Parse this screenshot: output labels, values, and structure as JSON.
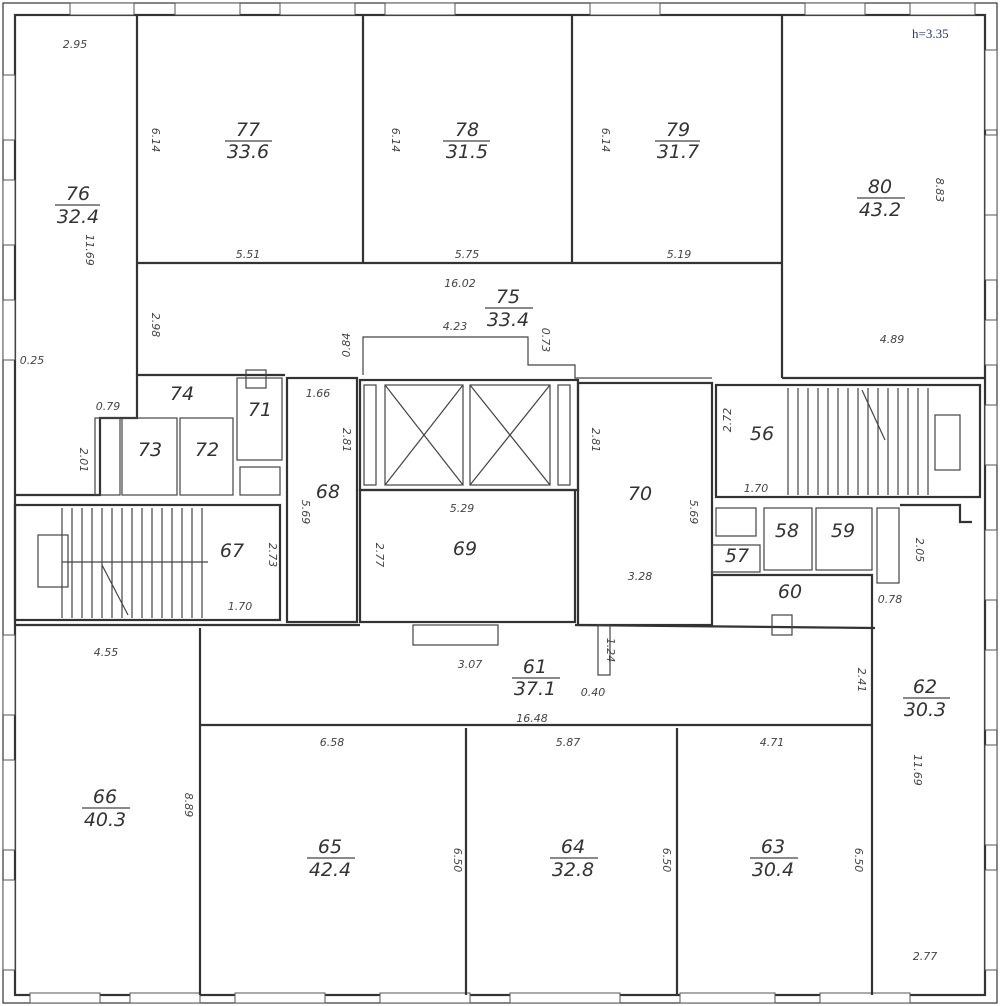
{
  "plan": {
    "height_label": "h=3.35",
    "rooms": [
      {
        "number": "76",
        "area": "32.4"
      },
      {
        "number": "77",
        "area": "33.6"
      },
      {
        "number": "78",
        "area": "31.5"
      },
      {
        "number": "79",
        "area": "31.7"
      },
      {
        "number": "80",
        "area": "43.2"
      },
      {
        "number": "75",
        "area": "33.4"
      },
      {
        "number": "61",
        "area": "37.1"
      },
      {
        "number": "62",
        "area": "30.3"
      },
      {
        "number": "66",
        "area": "40.3"
      },
      {
        "number": "65",
        "area": "42.4"
      },
      {
        "number": "64",
        "area": "32.8"
      },
      {
        "number": "63",
        "area": "30.4"
      },
      {
        "number": "74"
      },
      {
        "number": "73"
      },
      {
        "number": "72"
      },
      {
        "number": "71"
      },
      {
        "number": "68"
      },
      {
        "number": "69"
      },
      {
        "number": "70"
      },
      {
        "number": "67"
      },
      {
        "number": "56"
      },
      {
        "number": "58"
      },
      {
        "number": "59"
      },
      {
        "number": "57"
      },
      {
        "number": "60"
      }
    ],
    "dimensions": [
      "2.95",
      "6.14",
      "6.14",
      "6.14",
      "11.69",
      "5.51",
      "5.75",
      "5.19",
      "16.02",
      "8.83",
      "2.98",
      "4.23",
      "0.84",
      "0.73",
      "4.89",
      "0.25",
      "0.79",
      "2.01",
      "1.66",
      "2.81",
      "2.81",
      "2.72",
      "1.70",
      "5.69",
      "5.29",
      "5.69",
      "2.73",
      "2.77",
      "3.28",
      "1.70",
      "2.05",
      "0.78",
      "4.55",
      "3.07",
      "1.24",
      "0.40",
      "2.41",
      "16.48",
      "6.58",
      "5.87",
      "4.71",
      "8.89",
      "6.50",
      "6.50",
      "6.50",
      "11.69",
      "2.77"
    ]
  }
}
